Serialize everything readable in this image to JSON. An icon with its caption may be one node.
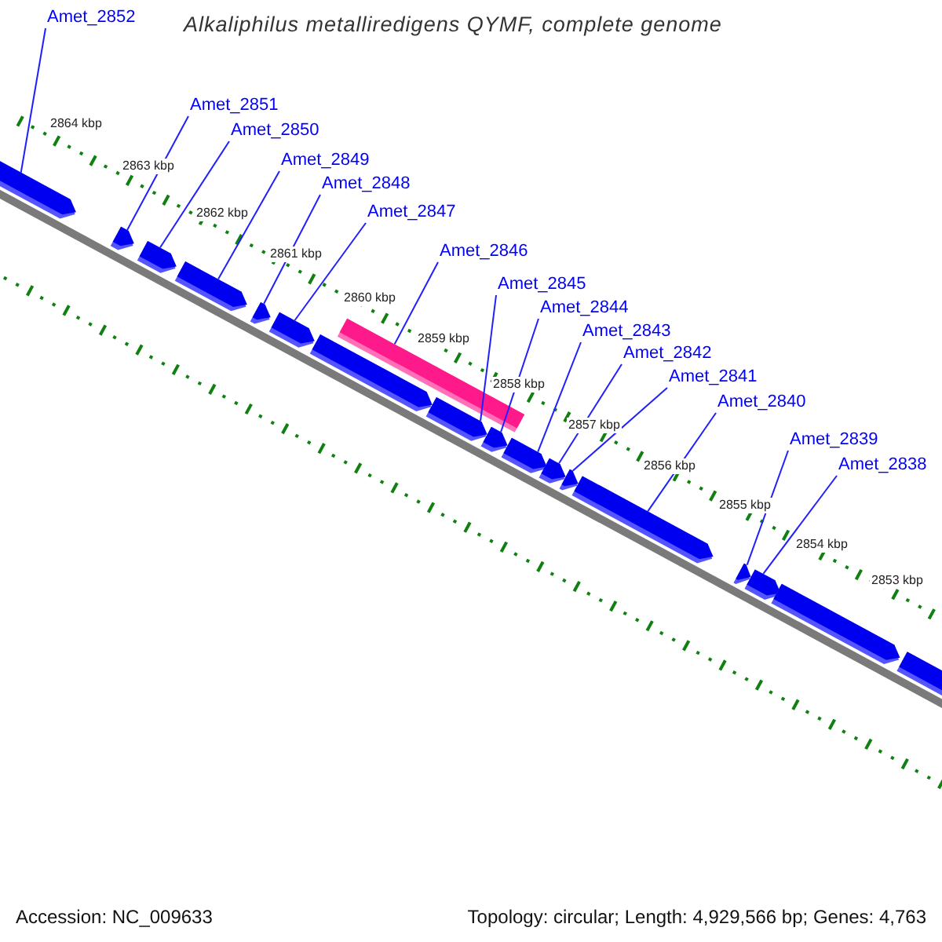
{
  "diagram": {
    "title": "Alkaliphilus metalliredigens QYMF, complete genome",
    "nodes": [
      {
        "text": [
          "Amet_2852"
        ]
      },
      {
        "text": [
          "Amet_2851"
        ]
      },
      {
        "text": [
          "Amet_2850"
        ]
      },
      {
        "text": [
          "Amet_2849"
        ]
      },
      {
        "text": [
          "Amet_2848"
        ]
      },
      {
        "text": [
          "Amet_2847"
        ]
      },
      {
        "text": [
          "Amet_2846"
        ]
      },
      {
        "text": [
          "Amet_2845"
        ]
      },
      {
        "text": [
          "Amet_2844"
        ]
      },
      {
        "text": [
          "Amet_2843"
        ]
      },
      {
        "text": [
          "Amet_2842"
        ]
      },
      {
        "text": [
          "Amet_2841"
        ]
      },
      {
        "text": [
          "Amet_2840"
        ]
      },
      {
        "text": [
          "Amet_2839"
        ]
      },
      {
        "text": [
          "Amet_2838"
        ]
      },
      {
        "text": [],
        "shape": "bar"
      },
      {
        "text": [],
        "shape": "box"
      },
      {
        "text": [],
        "shape": "box"
      },
      {
        "text": [],
        "shape": "box"
      },
      {
        "text": [],
        "shape": "box"
      },
      {
        "text": [],
        "shape": "box"
      },
      {
        "text": [],
        "shape": "box"
      },
      {
        "text": [],
        "shape": "box"
      },
      {
        "text": [],
        "shape": "box"
      },
      {
        "text": [],
        "shape": "box"
      },
      {
        "text": [],
        "shape": "box"
      },
      {
        "text": [],
        "shape": "box"
      },
      {
        "text": [],
        "shape": "box"
      },
      {
        "text": [],
        "shape": "box"
      },
      {
        "text": [],
        "shape": "box"
      },
      {
        "text": [],
        "shape": "box"
      },
      {
        "text": [],
        "shape": "box"
      },
      {
        "text": [],
        "shape": "box"
      }
    ],
    "edges": [
      {
        "from": 0,
        "to": 16,
        "arrow": "none"
      },
      {
        "from": 1,
        "to": 17,
        "arrow": "none"
      },
      {
        "from": 2,
        "to": 18,
        "arrow": "none"
      },
      {
        "from": 3,
        "to": 19,
        "arrow": "none"
      },
      {
        "from": 4,
        "to": 20,
        "arrow": "none"
      },
      {
        "from": 5,
        "to": 21,
        "arrow": "none"
      },
      {
        "from": 6,
        "to": 15,
        "arrow": "none"
      },
      {
        "from": 7,
        "to": 23,
        "arrow": "none"
      },
      {
        "from": 8,
        "to": 24,
        "arrow": "none"
      },
      {
        "from": 9,
        "to": 25,
        "arrow": "none"
      },
      {
        "from": 10,
        "to": 26,
        "arrow": "none"
      },
      {
        "from": 11,
        "to": 27,
        "arrow": "none"
      },
      {
        "from": 12,
        "to": 28,
        "arrow": "none"
      },
      {
        "from": 13,
        "to": 29,
        "arrow": "none"
      },
      {
        "from": 14,
        "to": 30,
        "arrow": "none"
      }
    ],
    "labels": [
      "2864 kbp",
      "2863 kbp",
      "2862 kbp",
      "2861 kbp",
      "2860 kbp",
      "2859 kbp",
      "2858 kbp",
      "2857 kbp",
      "2856 kbp",
      "2855 kbp",
      "2854 kbp",
      "2853 kbp",
      "Accession: NC_009633",
      "Topology: circular; Length: 4,929,566 bp; Genes: 4,763"
    ]
  }
}
